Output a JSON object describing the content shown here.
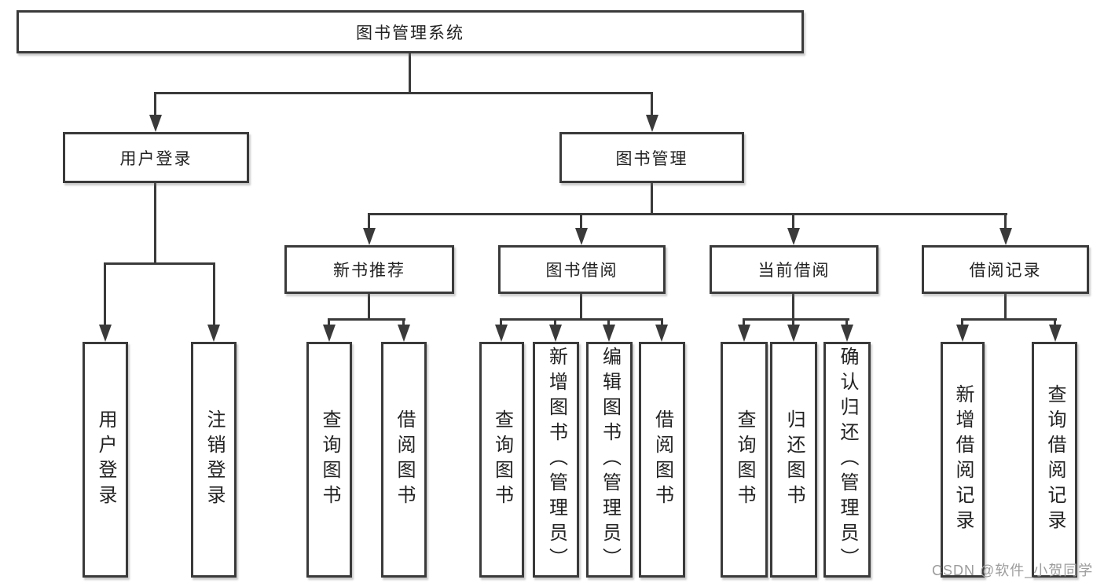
{
  "diagram_type": "functional-structure-tree",
  "colors": {
    "background": "#ffffff",
    "line": "#3a3a3a",
    "box_border": "#3a3a3a",
    "text": "#222222",
    "watermark": "#9c9c9c"
  },
  "tree": {
    "root": "图书管理系统",
    "children": [
      {
        "label": "用户登录",
        "leaves": [
          "用户登录",
          "注销登录"
        ]
      },
      {
        "label": "图书管理",
        "children": [
          {
            "label": "新书推荐",
            "leaves": [
              "查询图书",
              "借阅图书"
            ]
          },
          {
            "label": "图书借阅",
            "leaves": [
              "查询图书",
              "新增图书（管理员）",
              "编辑图书（管理员）",
              "借阅图书"
            ]
          },
          {
            "label": "当前借阅",
            "leaves": [
              "查询图书",
              "归还图书",
              "确认归还（管理员）"
            ]
          },
          {
            "label": "借阅记录",
            "leaves": [
              "新增借阅记录",
              "查询借阅记录"
            ]
          }
        ]
      }
    ]
  },
  "watermark": {
    "text": "CSDN @软件_小贺同学"
  }
}
